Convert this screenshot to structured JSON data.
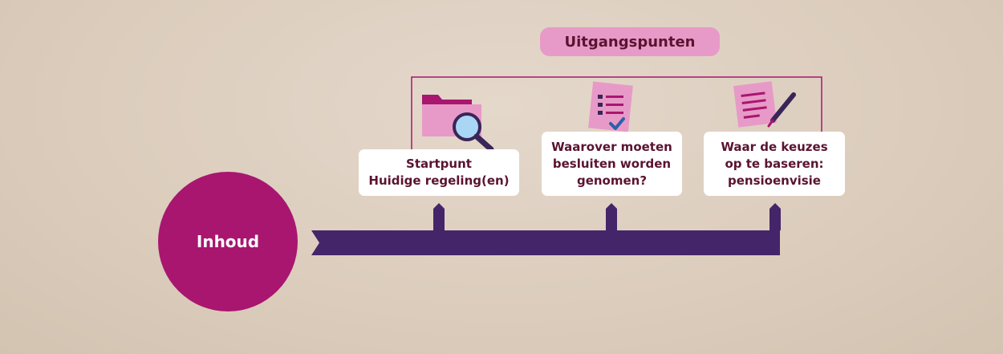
{
  "hub": {
    "label": "Inhoud"
  },
  "bracket": {
    "label": "Uitgangspunten"
  },
  "cards": [
    {
      "lines": [
        "Startpunt",
        "Huidige regeling(en)"
      ],
      "icon": "folder-magnifier-icon"
    },
    {
      "lines": [
        "Waarover moeten",
        "besluiten worden",
        "genomen?"
      ],
      "icon": "checklist-icon"
    },
    {
      "lines": [
        "Waar de keuzes",
        "op te baseren:",
        "pensioenvisie"
      ],
      "icon": "document-pen-icon"
    }
  ],
  "colors": {
    "hub": "#a8166f",
    "timeline": "#45256a",
    "text": "#5a1330",
    "pill": "#e79ac7",
    "icon_pink": "#e79ac7",
    "icon_magenta": "#a8166f"
  }
}
